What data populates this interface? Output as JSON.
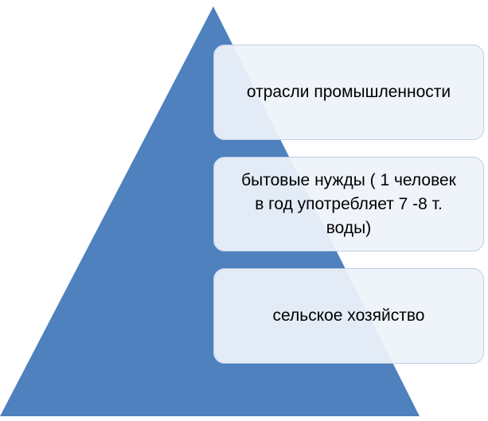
{
  "diagram": {
    "pyramid_color": "#4e81bd",
    "box_fill": "#eef3fa",
    "box_border": "#bccde4",
    "items": [
      {
        "label": "отрасли промышленности"
      },
      {
        "label": "бытовые нужды ( 1 человек в год употребляет 7 -8 т. воды)"
      },
      {
        "label": "сельское хозяйство"
      }
    ]
  }
}
